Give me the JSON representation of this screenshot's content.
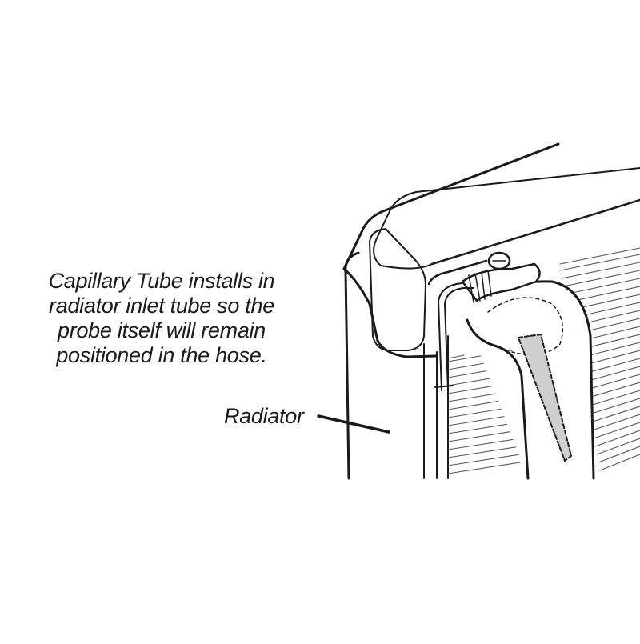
{
  "caption": {
    "lines": [
      "Capillary Tube installs in",
      "radiator inlet tube so the",
      "probe itself will remain",
      "positioned in the hose."
    ]
  },
  "callout": {
    "radiator_label": "Radiator"
  },
  "colors": {
    "background": "#ffffff",
    "line": "#1a1a1a",
    "probe_fill": "#cfcfcf"
  }
}
